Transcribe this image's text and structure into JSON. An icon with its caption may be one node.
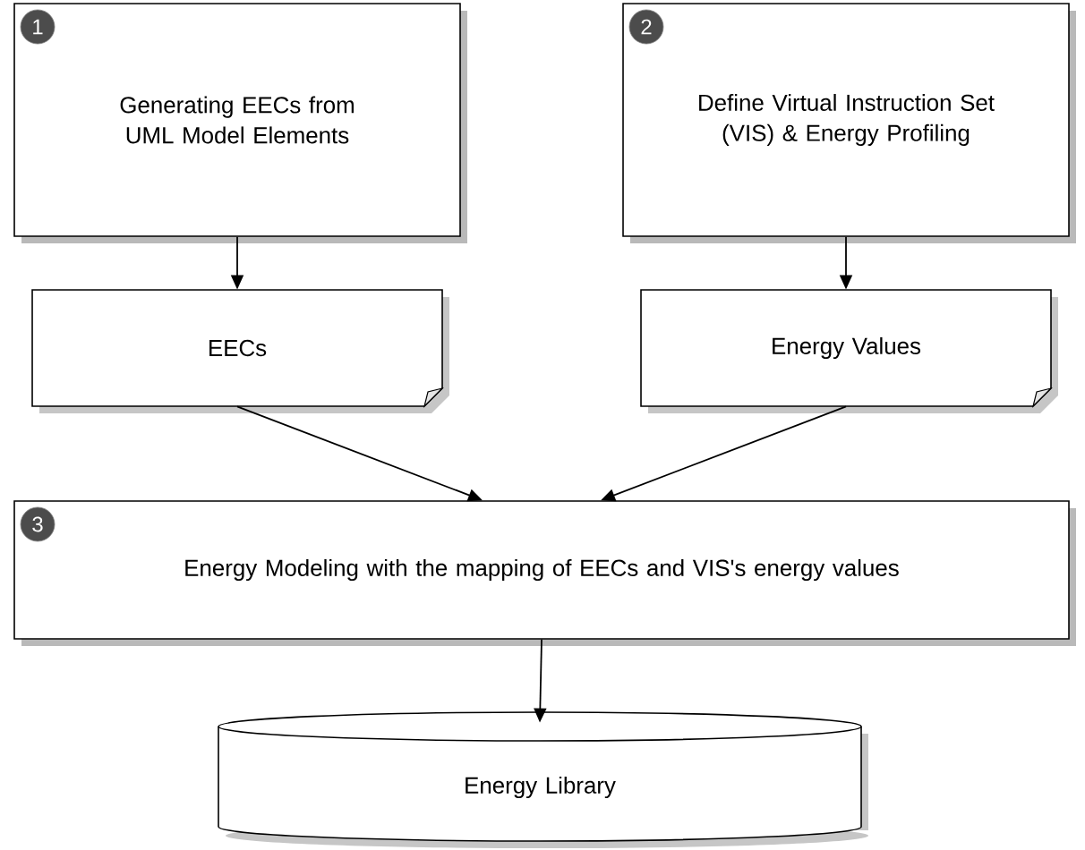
{
  "diagram": {
    "nodes": [
      {
        "text": [
          "1",
          "Generating EECs from UML Model Elements"
        ]
      },
      {
        "text": [
          "2",
          "Define Virtual Instruction Set (VIS) & Energy Profiling"
        ]
      },
      {
        "text": [
          "EECs"
        ]
      },
      {
        "text": [
          "Energy Values"
        ]
      },
      {
        "text": [
          "3",
          "Energy Modeling with the mapping of EECs and VIS's energy values"
        ]
      },
      {
        "text": [
          "Energy Library"
        ]
      }
    ],
    "edges": [
      {
        "from": 0,
        "to": 2,
        "arrow": "to"
      },
      {
        "from": 1,
        "to": 3,
        "arrow": "to"
      },
      {
        "from": 2,
        "to": 4,
        "arrow": "to"
      },
      {
        "from": 3,
        "to": 4,
        "arrow": "to"
      },
      {
        "from": 4,
        "to": 5,
        "arrow": "to"
      }
    ]
  }
}
